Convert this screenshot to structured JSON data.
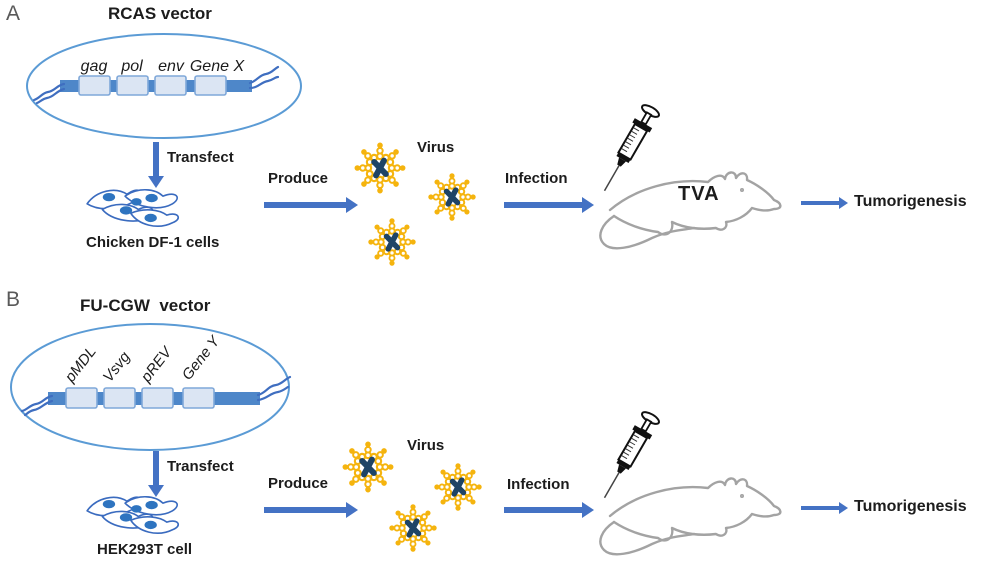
{
  "panels": [
    {
      "label": "A",
      "vector_title": "RCAS vector",
      "genes": [
        "gag",
        "pol",
        "env",
        "Gene X"
      ],
      "transfect_label": "Transfect",
      "cells_label": "Chicken DF-1 cells",
      "produce_label": "Produce",
      "virus_label": "Virus",
      "infection_label": "Infection",
      "mouse_label": "TVA",
      "outcome_label": "Tumorigenesis"
    },
    {
      "label": "B",
      "vector_title": "FU-CGW  vector",
      "genes": [
        "pMDL",
        "Vsvg",
        "pREV",
        "Gene Y"
      ],
      "transfect_label": "Transfect",
      "cells_label": "HEK293T cell",
      "produce_label": "Produce",
      "virus_label": "Virus",
      "infection_label": "Infection",
      "mouse_label": "",
      "outcome_label": "Tumorigenesis"
    }
  ],
  "icons": {
    "plasmid": "plasmid-vector-icon",
    "transfect_arrow": "down-arrow-icon",
    "cells": "cell-cluster-icon",
    "produce_arrow": "right-arrow-icon",
    "virus": "virus-particle-icon",
    "infection_arrow": "right-arrow-icon",
    "syringe": "syringe-icon",
    "mouse": "mouse-outline-icon",
    "outcome_arrow": "right-arrow-icon"
  },
  "colors": {
    "arrow_blue": "#4472c4",
    "ellipse_blue": "#5b9bd5",
    "dna_bar_blue": "#4e87c9",
    "gene_box_fill": "#dbe5f3",
    "gene_box_border": "#7fa8d9",
    "virus_yellow": "#f5b40e",
    "chromosome_navy": "#1f4466",
    "cell_outline_blue": "#3a6bbf",
    "nucleus_blue": "#2e74c0",
    "mouse_gray": "#a3a3a3",
    "text": "#1c1c1c",
    "panel_letter_gray": "#595959"
  }
}
